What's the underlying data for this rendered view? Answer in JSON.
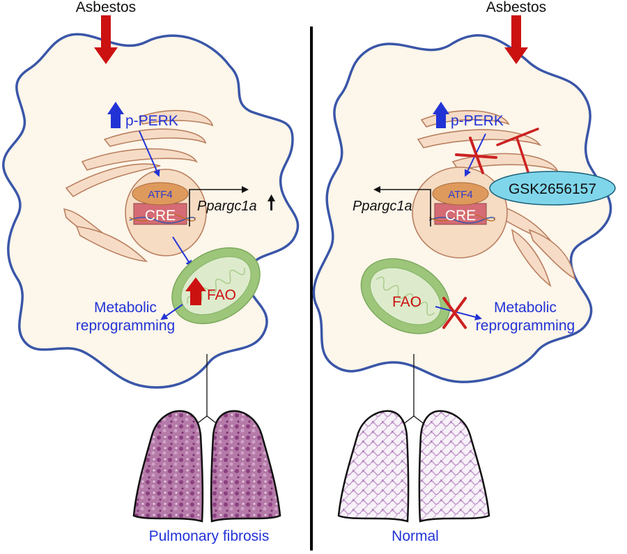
{
  "left_panel": {
    "stimulus": "Asbestos",
    "kinase": "p-PERK",
    "tf": "ATF4",
    "element": "CRE",
    "gene": "Ppargc1a",
    "process": "FAO",
    "outcome_line1": "Metabolic",
    "outcome_line2": "reprogramming",
    "lung_caption": "Pulmonary fibrosis"
  },
  "right_panel": {
    "stimulus": "Asbestos",
    "kinase": "p-PERK",
    "tf": "ATF4",
    "element": "CRE",
    "gene": "Ppargc1a",
    "inhibitor": "GSK2656157",
    "process": "FAO",
    "outcome_line1": "Metabolic",
    "outcome_line2": "reprogramming",
    "lung_caption": "Normal"
  },
  "colors": {
    "cell_outline": "#3a56a8",
    "cell_fill": "#fdf6ea",
    "er_fill": "#f6dcc6",
    "er_stroke": "#b97f60",
    "nucleus_fill": "#f5dcc3",
    "mito_outer": "#9dc67a",
    "mito_inner": "#ddebcc",
    "activation_arrow": "#2233d6",
    "asbestos_arrow": "#cc1111",
    "inhibitor_fill": "#7fd6ea",
    "fibrotic_tissue": "#9c4a8c",
    "normal_tissue": "#c89ad0"
  }
}
